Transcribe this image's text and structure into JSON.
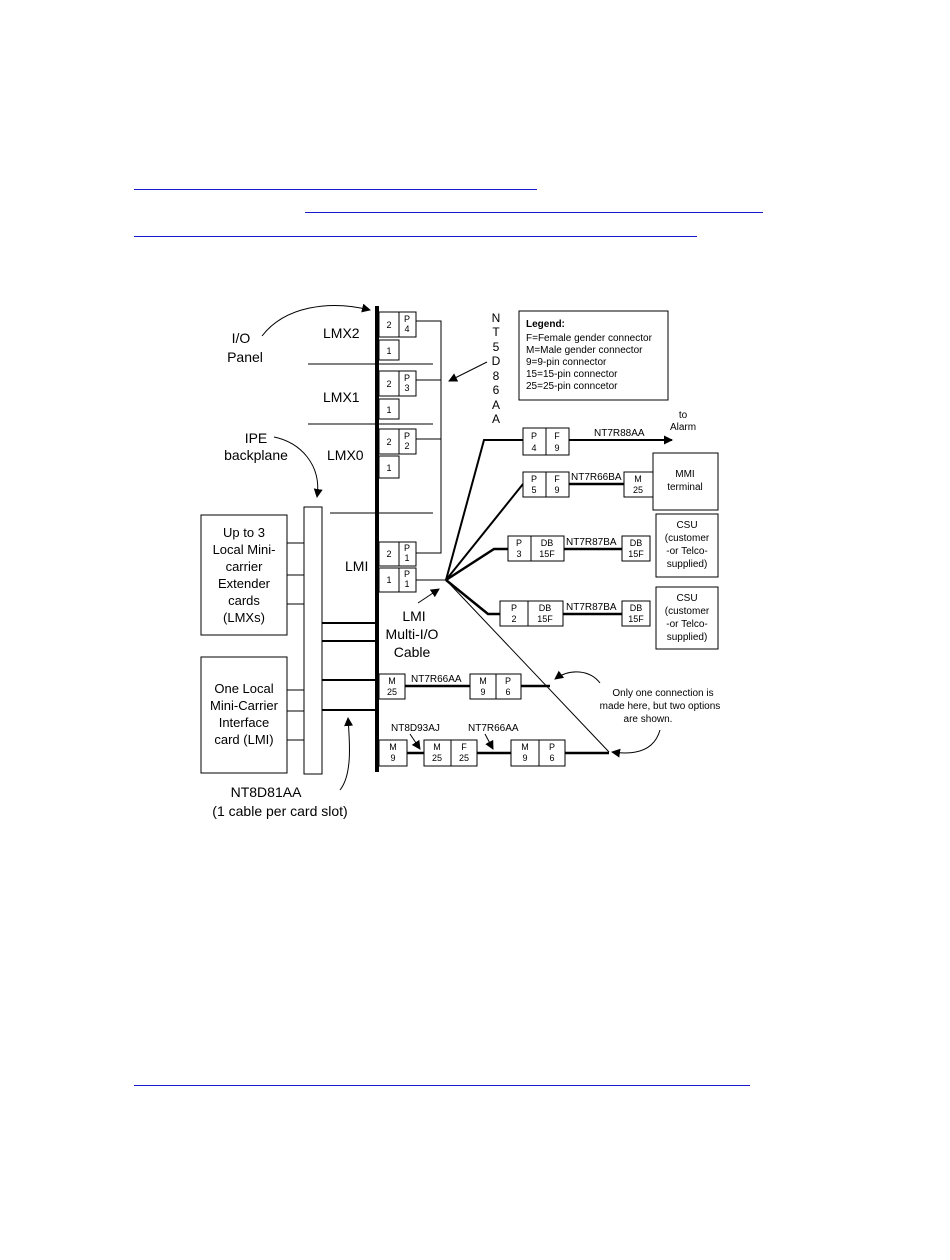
{
  "diagram": {
    "io_panel": "I/O Panel",
    "ipe_backplane": "IPE backplane",
    "slots": {
      "lmx2": "LMX2",
      "lmx1": "LMX1",
      "lmx0": "LMX0",
      "lmi": "LMI"
    },
    "vertical_cable": [
      "N",
      "T",
      "5",
      "D",
      "8",
      "6",
      "A",
      "A"
    ],
    "legend": {
      "title": "Legend:",
      "lines": [
        "F=Female gender connector",
        "M=Male gender connector",
        "9=9-pin connector",
        "15=15-pin connector",
        "25=25-pin conncetor"
      ]
    },
    "lmx_cards": [
      "Up to 3",
      "Local Mini-",
      "carrier",
      "Extender",
      "cards",
      "(LMXs)"
    ],
    "lmi_card": [
      "One Local",
      "Mini-Carrier",
      "Interface",
      "card (LMI)"
    ],
    "lmi_cable": [
      "LMI",
      "Multi-I/O",
      "Cable"
    ],
    "nt8d81aa": "NT8D81AA",
    "nt8d81aa_note": "(1 cable per card slot)",
    "cables": {
      "alarm": "NT7R88AA",
      "mmi": "NT7R66BA",
      "csu1": "NT7R87BA",
      "csu2": "NT7R87BA",
      "m25": "NT7R66AA",
      "nt8d93aj": "NT8D93AJ",
      "nt7r66aa_2": "NT7R66AA"
    },
    "to_alarm": [
      "to",
      "Alarm"
    ],
    "mmi_terminal": [
      "MMI",
      "terminal"
    ],
    "csu": [
      "CSU",
      "(customer",
      "-or Telco-",
      "supplied)"
    ],
    "only_one": [
      "Only one connection is",
      "made here, but two options",
      "are shown."
    ],
    "connectors": {
      "p4": [
        "P",
        "4"
      ],
      "p3": [
        "P",
        "3"
      ],
      "p2": [
        "P",
        "2"
      ],
      "p1": [
        "P",
        "1"
      ],
      "n1": "1",
      "n2": "2",
      "a_p4": [
        "P",
        "4"
      ],
      "a_f9": [
        "F",
        "9"
      ],
      "m_p5": [
        "P",
        "5"
      ],
      "m_f9": [
        "F",
        "9"
      ],
      "m_m25": [
        "M",
        "25"
      ],
      "c_p3": [
        "P",
        "3"
      ],
      "c_db15f": [
        "DB",
        "15F"
      ],
      "c_p2": [
        "P",
        "2"
      ],
      "m25": [
        "M",
        "25"
      ],
      "m9": [
        "M",
        "9"
      ],
      "p6": [
        "P",
        "6"
      ],
      "f25": [
        "F",
        "25"
      ]
    }
  }
}
